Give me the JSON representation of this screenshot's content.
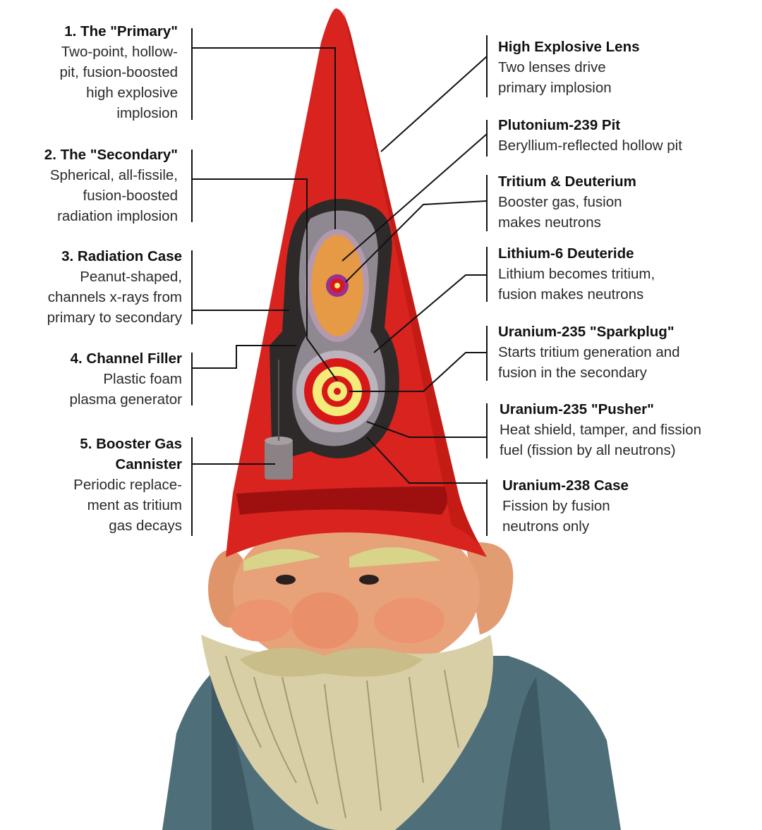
{
  "left_labels": [
    {
      "title": "1. The \"Primary\"",
      "desc": "Two-point, hollow-\npit, fusion-boosted\nhigh explosive\nimplosion"
    },
    {
      "title": "2. The \"Secondary\"",
      "desc": "Spherical, all-fissile,\nfusion-boosted\nradiation implosion"
    },
    {
      "title": "3. Radiation Case",
      "desc": "Peanut-shaped,\nchannels x-rays from\nprimary to secondary"
    },
    {
      "title": "4. Channel Filler",
      "desc": "Plastic foam\nplasma generator"
    },
    {
      "title": "5. Booster Gas\nCannister",
      "desc": "Periodic replace-\nment as tritium\ngas decays"
    }
  ],
  "right_labels": [
    {
      "title": "High Explosive Lens",
      "desc": "Two lenses drive\nprimary implosion"
    },
    {
      "title": "Plutonium-239 Pit",
      "desc": "Beryllium-reflected hollow pit"
    },
    {
      "title": "Tritium & Deuterium",
      "desc": "Booster gas, fusion\nmakes neutrons"
    },
    {
      "title": "Lithium-6 Deuteride",
      "desc": "Lithium becomes tritium,\nfusion makes neutrons"
    },
    {
      "title": "Uranium-235 \"Sparkplug\"",
      "desc": "Starts tritium generation and\nfusion in the secondary"
    },
    {
      "title": "Uranium-235 \"Pusher\"",
      "desc": "Heat shield, tamper, and fission\nfuel (fission by all neutrons)"
    },
    {
      "title": "Uranium-238 Case",
      "desc": "Fission by fusion\nneutrons only"
    }
  ],
  "colors": {
    "hat": "#d8231f",
    "hat_shade": "#9e1010",
    "coat": "#4e6f7a",
    "skin": "#e7a27a",
    "beard": "#d9cfa6",
    "primary_core": "#e69a45",
    "secondary_ring": "#d81818",
    "secondary_inner": "#f3ec7a"
  }
}
